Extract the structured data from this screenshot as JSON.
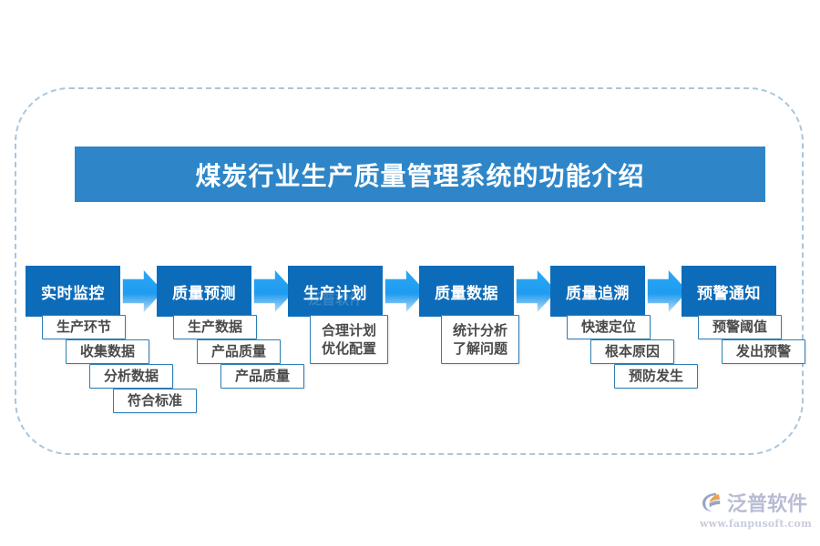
{
  "title": {
    "text": "煤炭行业生产质量管理系统的功能介绍",
    "banner_color": "#2e86c8",
    "text_color": "#ffffff"
  },
  "frame": {
    "style": "dashed-rounded-rectangle",
    "color": "#a9c6dd"
  },
  "colors": {
    "header_blue": "#0d6cb9",
    "arrow_blue": "#1e9cf0",
    "chip_border": "#2e7db5",
    "chip_text": "#4a4a4a",
    "banner_blue": "#2e86c8",
    "dashed_border": "#a9c6dd",
    "logo_gray": "#b9bcd4",
    "logo_orange": "#e8a254"
  },
  "flow": {
    "arrow_icon": "right-arrow-icon",
    "columns": [
      {
        "id": "real-time-monitoring",
        "header": "实时监控",
        "chips": [
          {
            "lines": [
              "生产环节"
            ]
          },
          {
            "lines": [
              "收集数据"
            ]
          },
          {
            "lines": [
              "分析数据"
            ]
          },
          {
            "lines": [
              "符合标准"
            ]
          }
        ]
      },
      {
        "id": "quality-forecast",
        "header": "质量预测",
        "chips": [
          {
            "lines": [
              "生产数据"
            ]
          },
          {
            "lines": [
              "产品质量"
            ]
          },
          {
            "lines": [
              "产品质量"
            ]
          }
        ]
      },
      {
        "id": "production-plan",
        "header": "生产计划",
        "chips": [
          {
            "lines": [
              "合理计划",
              "优化配置"
            ]
          }
        ]
      },
      {
        "id": "quality-data",
        "header": "质量数据",
        "chips": [
          {
            "lines": [
              "统计分析",
              "了解问题"
            ]
          }
        ]
      },
      {
        "id": "quality-traceability",
        "header": "质量追溯",
        "chips": [
          {
            "lines": [
              "快速定位"
            ]
          },
          {
            "lines": [
              "根本原因"
            ]
          },
          {
            "lines": [
              "预防发生"
            ]
          }
        ]
      },
      {
        "id": "early-warning-notice",
        "header": "预警通知",
        "chips": [
          {
            "lines": [
              "预警阈值"
            ]
          },
          {
            "lines": [
              "发出预警"
            ]
          }
        ]
      }
    ]
  },
  "logo": {
    "name": "泛普软件",
    "url": "www.fanpusoft.com"
  }
}
